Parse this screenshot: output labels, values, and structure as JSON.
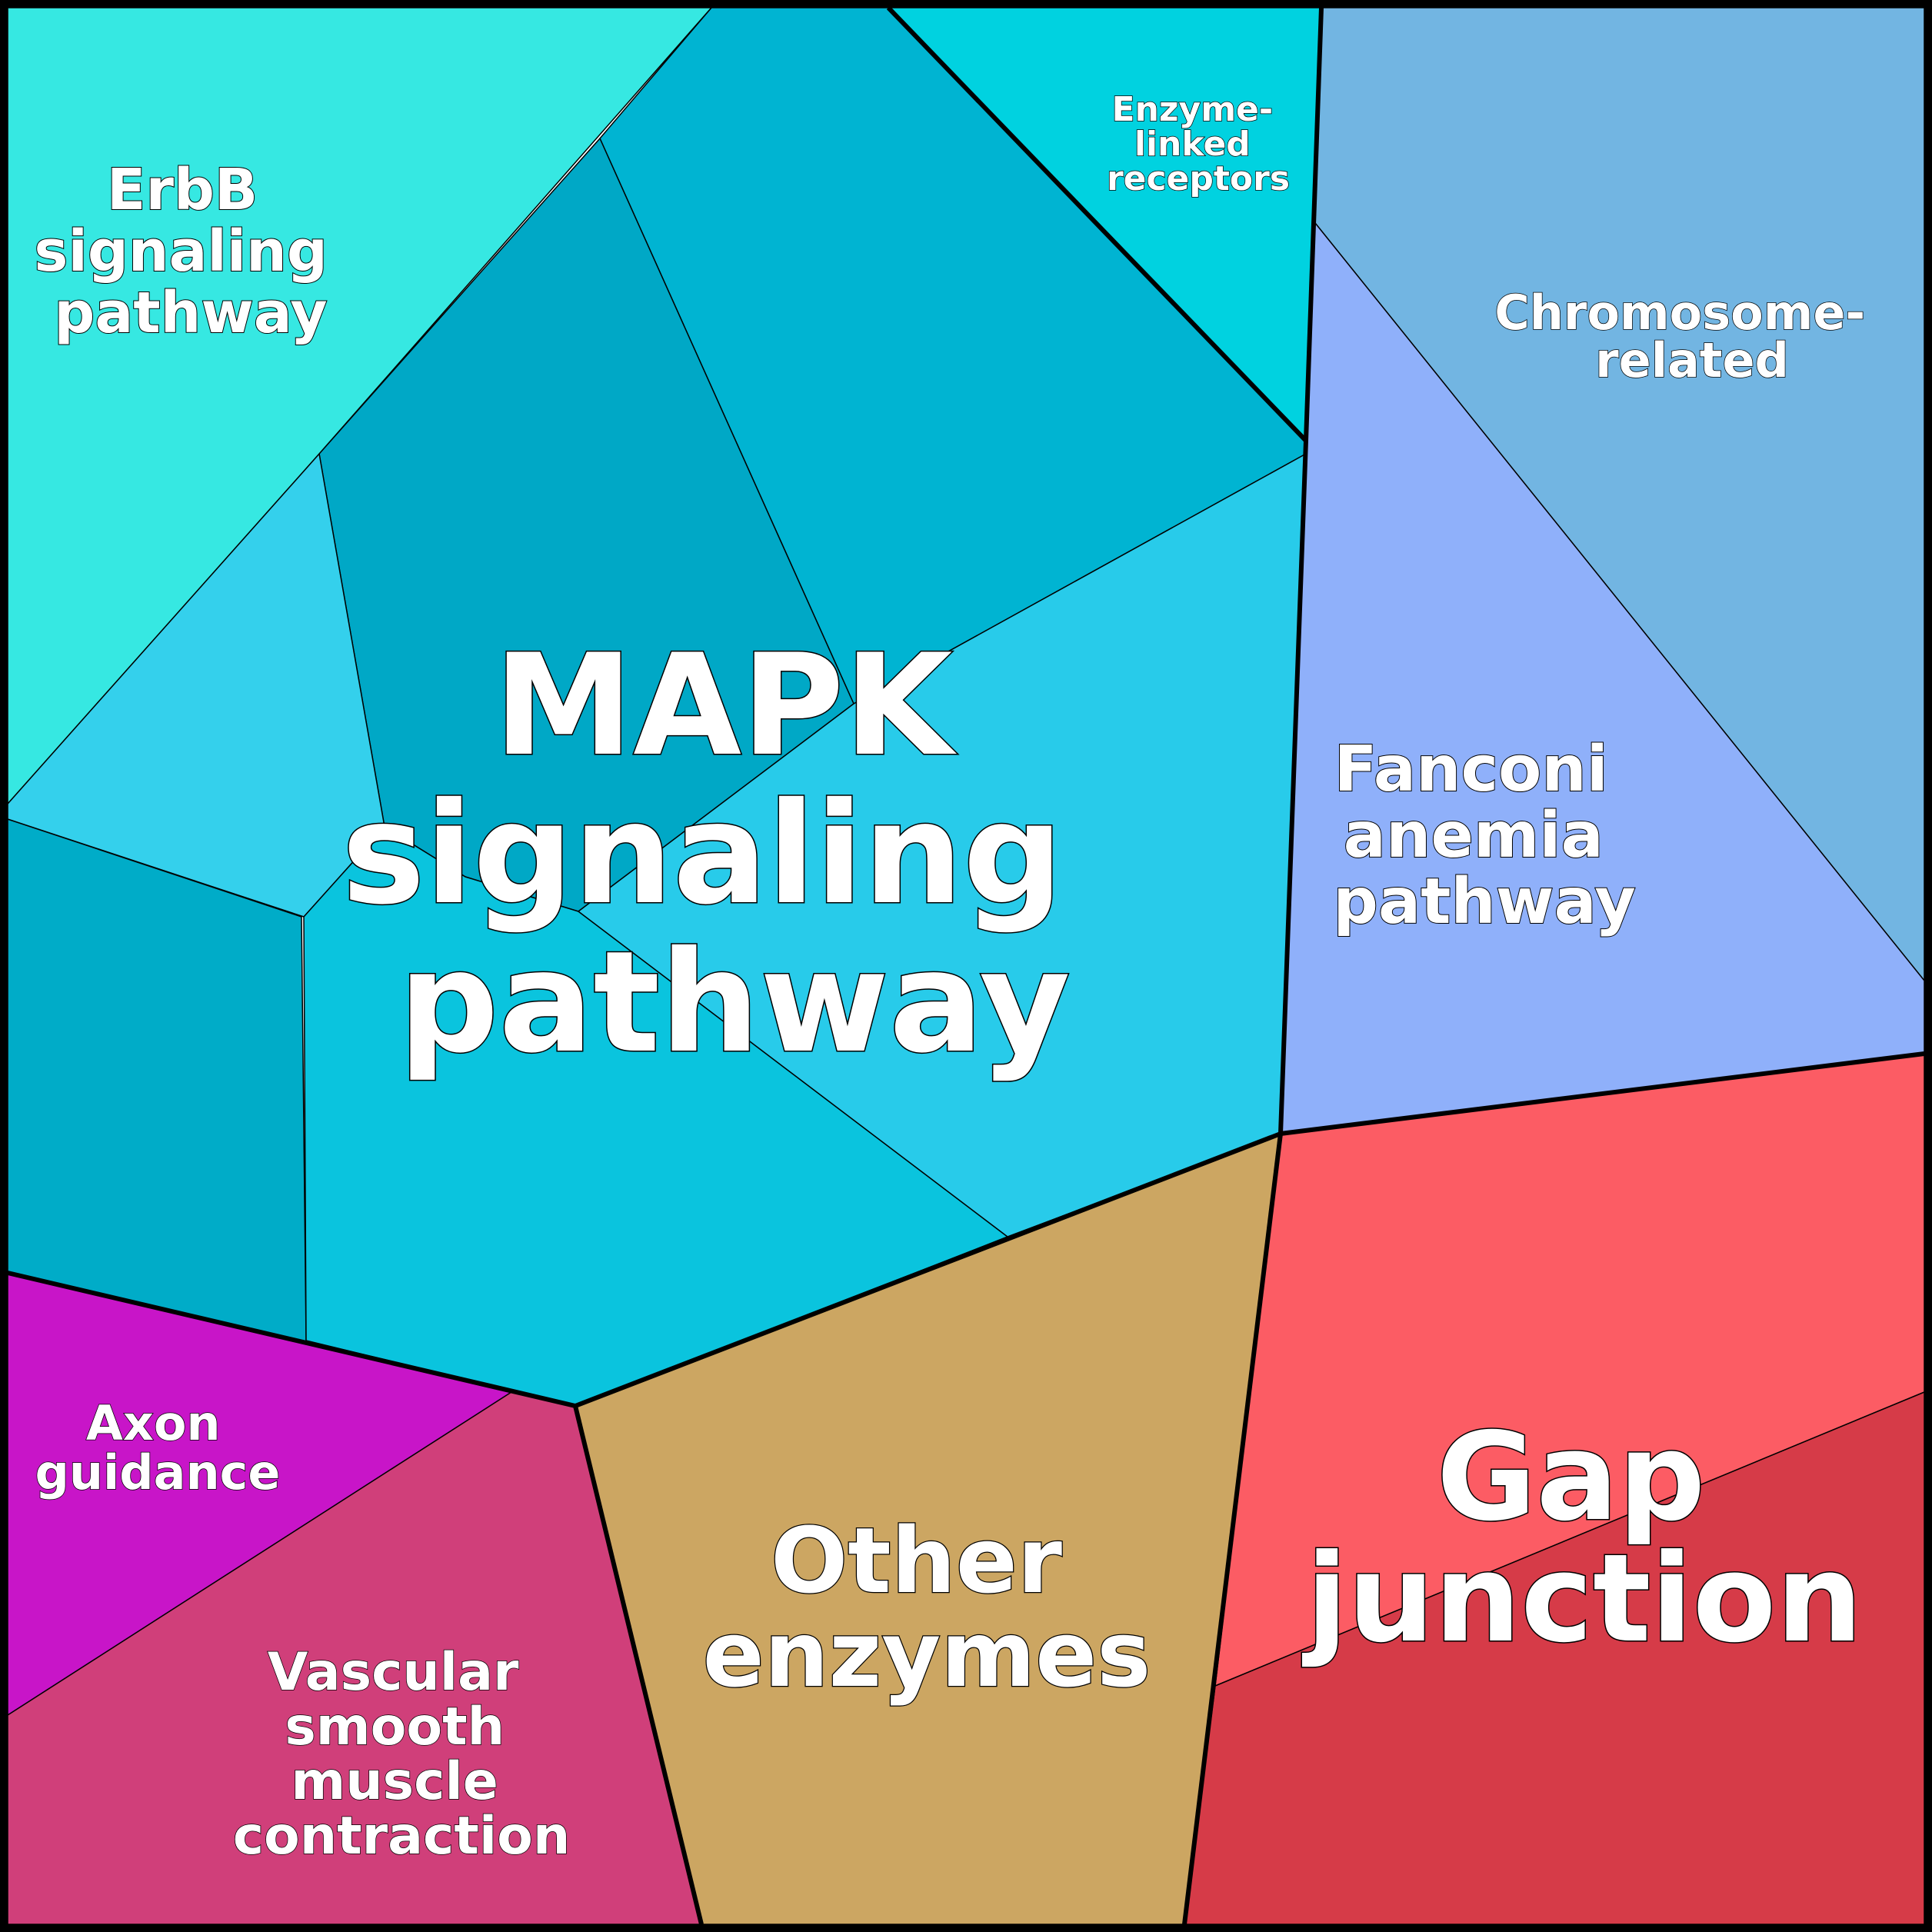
{
  "diagram": {
    "type": "voronoi-treemap",
    "colors": {
      "mapk_tones": [
        "#00acc8",
        "#00b4d2",
        "#0ac4de",
        "#28cbea",
        "#34d0ec",
        "#00a8c6"
      ],
      "erbb": "#36e8e2",
      "enzyme_linked": "#00d2e0",
      "chromosome": "#72b5e2",
      "fanconi": "#8fb0fa",
      "gap_light": "#fc5c64",
      "gap_dark": "#d63b48",
      "other_enzymes": "#cca662",
      "axon": "#c815c8",
      "vascular": "#d03f7a",
      "border": "#000000",
      "text": "#ffffff"
    },
    "regions": [
      {
        "id": "mapk",
        "label_lines": [
          "MAPK",
          "signaling",
          "pathway"
        ]
      },
      {
        "id": "erbb",
        "label_lines": [
          "ErbB",
          "signaling",
          "pathway"
        ]
      },
      {
        "id": "enzyme_linked",
        "label_lines": [
          "Enzyme-",
          "linked",
          "receptors"
        ]
      },
      {
        "id": "chromosome",
        "label_lines": [
          "Chromosome-",
          "related"
        ]
      },
      {
        "id": "fanconi",
        "label_lines": [
          "Fanconi",
          "anemia",
          "pathway"
        ]
      },
      {
        "id": "gap",
        "label_lines": [
          "Gap",
          "junction"
        ]
      },
      {
        "id": "other_enzymes",
        "label_lines": [
          "Other",
          "enzymes"
        ]
      },
      {
        "id": "axon",
        "label_lines": [
          "Axon",
          "guidance"
        ]
      },
      {
        "id": "vascular",
        "label_lines": [
          "Vascular",
          "smooth",
          "muscle",
          "contraction"
        ]
      }
    ]
  }
}
